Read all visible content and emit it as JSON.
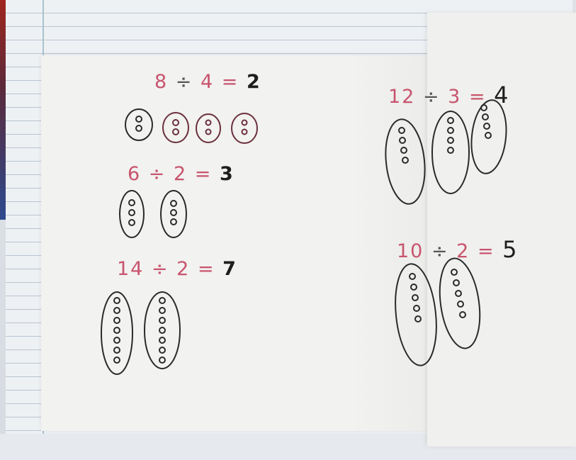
{
  "equations": [
    {
      "dividend": "8",
      "divide_sign": "÷",
      "divisor": "4",
      "equals": "=",
      "result": "2"
    },
    {
      "dividend": "6",
      "divide_sign": "÷",
      "divisor": "2",
      "equals": "=",
      "result": "3"
    },
    {
      "dividend": "14",
      "divide_sign": "÷",
      "divisor": "2",
      "equals": "=",
      "result": "7"
    },
    {
      "dividend": "12",
      "divide_sign": "÷",
      "divisor": "3",
      "equals": "=",
      "result": "4"
    },
    {
      "dividend": "10",
      "divide_sign": "÷",
      "divisor": "2",
      "equals": "=",
      "result": "5"
    }
  ],
  "colors": {
    "ink_red": "#c8546d",
    "ink_black": "#1e1e1e",
    "paper": "#f2f2f0",
    "notebook_lines": "#b9c3cf"
  }
}
